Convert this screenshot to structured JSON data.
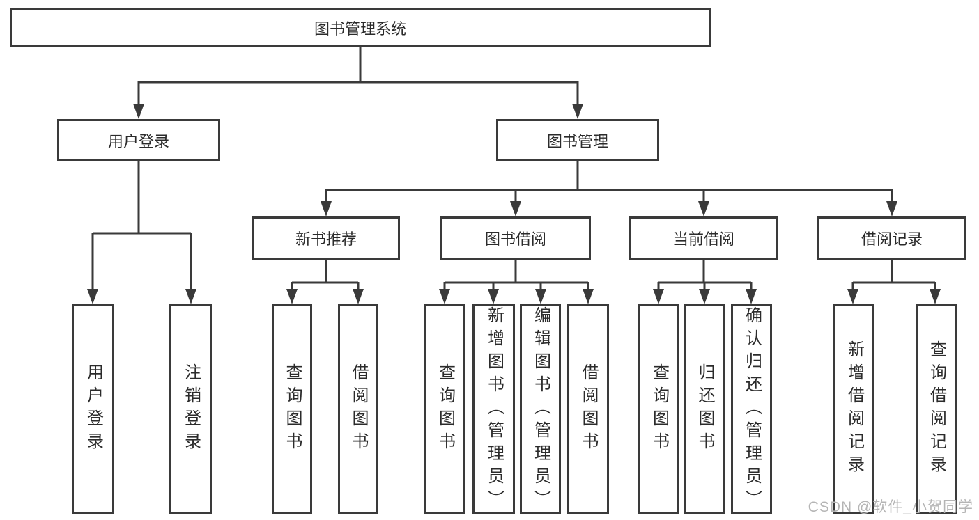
{
  "diagram_type": "hierarchy-tree",
  "colors": {
    "line": "#3a3a3a",
    "box_border": "#3a3a3a",
    "box_background": "#ffffff",
    "text": "#2b2b2b",
    "watermark": "#b5b5b5",
    "background": "#ffffff"
  },
  "tree": {
    "root": {
      "label": "图书管理系统"
    },
    "branches": [
      {
        "label": "用户登录",
        "children": [
          {
            "label": "用户登录"
          },
          {
            "label": "注销登录"
          }
        ]
      },
      {
        "label": "图书管理",
        "children": [
          {
            "label": "新书推荐",
            "children": [
              {
                "label": "查询图书"
              },
              {
                "label": "借阅图书"
              }
            ]
          },
          {
            "label": "图书借阅",
            "children": [
              {
                "label": "查询图书"
              },
              {
                "label": "新增图书（管理员）"
              },
              {
                "label": "编辑图书（管理员）"
              },
              {
                "label": "借阅图书"
              }
            ]
          },
          {
            "label": "当前借阅",
            "children": [
              {
                "label": "查询图书"
              },
              {
                "label": "归还图书"
              },
              {
                "label": "确认归还（管理员）"
              }
            ]
          },
          {
            "label": "借阅记录",
            "children": [
              {
                "label": "新增借阅记录"
              },
              {
                "label": "查询借阅记录"
              }
            ]
          }
        ]
      }
    ]
  },
  "watermark": {
    "text": "CSDN @软件_小贺同学"
  }
}
